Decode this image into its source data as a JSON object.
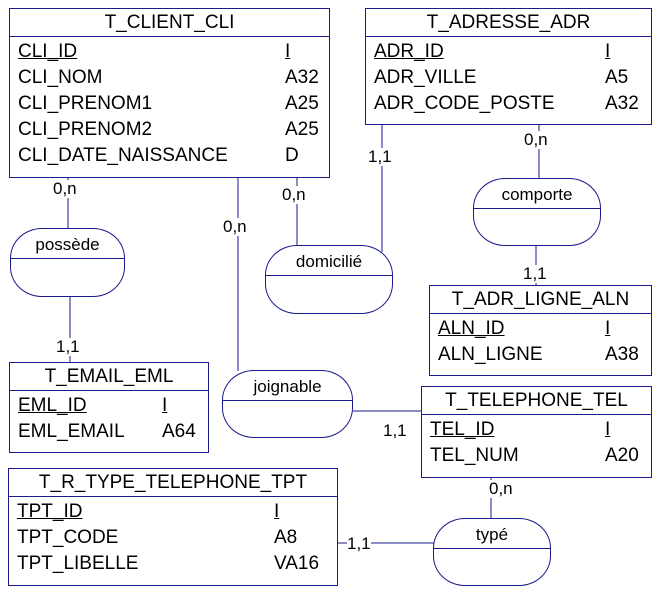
{
  "entities": {
    "client": {
      "title": "T_CLIENT_CLI",
      "rows": [
        {
          "name": "CLI_ID",
          "type": "I",
          "pk": true
        },
        {
          "name": "CLI_NOM",
          "type": "A32"
        },
        {
          "name": "CLI_PRENOM1",
          "type": "A25"
        },
        {
          "name": "CLI_PRENOM2",
          "type": "A25"
        },
        {
          "name": "CLI_DATE_NAISSANCE",
          "type": "D"
        }
      ]
    },
    "adresse": {
      "title": "T_ADRESSE_ADR",
      "rows": [
        {
          "name": "ADR_ID",
          "type": "I",
          "pk": true
        },
        {
          "name": "ADR_VILLE",
          "type": "A5"
        },
        {
          "name": "ADR_CODE_POSTE",
          "type": "A32"
        }
      ]
    },
    "adr_ligne": {
      "title": "T_ADR_LIGNE_ALN",
      "rows": [
        {
          "name": "ALN_ID",
          "type": "I",
          "pk": true
        },
        {
          "name": "ALN_LIGNE",
          "type": "A38"
        }
      ]
    },
    "email": {
      "title": "T_EMAIL_EML",
      "rows": [
        {
          "name": "EML_ID",
          "type": "I",
          "pk": true
        },
        {
          "name": "EML_EMAIL",
          "type": "A64"
        }
      ]
    },
    "telephone": {
      "title": "T_TELEPHONE_TEL",
      "rows": [
        {
          "name": "TEL_ID",
          "type": "I",
          "pk": true
        },
        {
          "name": "TEL_NUM",
          "type": "A20"
        }
      ]
    },
    "type_telephone": {
      "title": "T_R_TYPE_TELEPHONE_TPT",
      "rows": [
        {
          "name": "TPT_ID",
          "type": "I",
          "pk": true
        },
        {
          "name": "TPT_CODE",
          "type": "A8"
        },
        {
          "name": "TPT_LIBELLE",
          "type": "VA16"
        }
      ]
    }
  },
  "associations": {
    "possede": "possède",
    "domicilie": "domicilié",
    "comporte": "comporte",
    "joignable": "joignable",
    "type": "typé"
  },
  "cardinalities": {
    "client_possede": "0,n",
    "email_possede": "1,1",
    "client_domicilie": "0,n",
    "adresse_domicilie": "1,1",
    "adresse_comporte": "0,n",
    "adr_ligne_comporte": "1,1",
    "client_joignable": "0,n",
    "telephone_joignable": "1,1",
    "telephone_type": "0,n",
    "type_telephone_type": "1,1"
  }
}
